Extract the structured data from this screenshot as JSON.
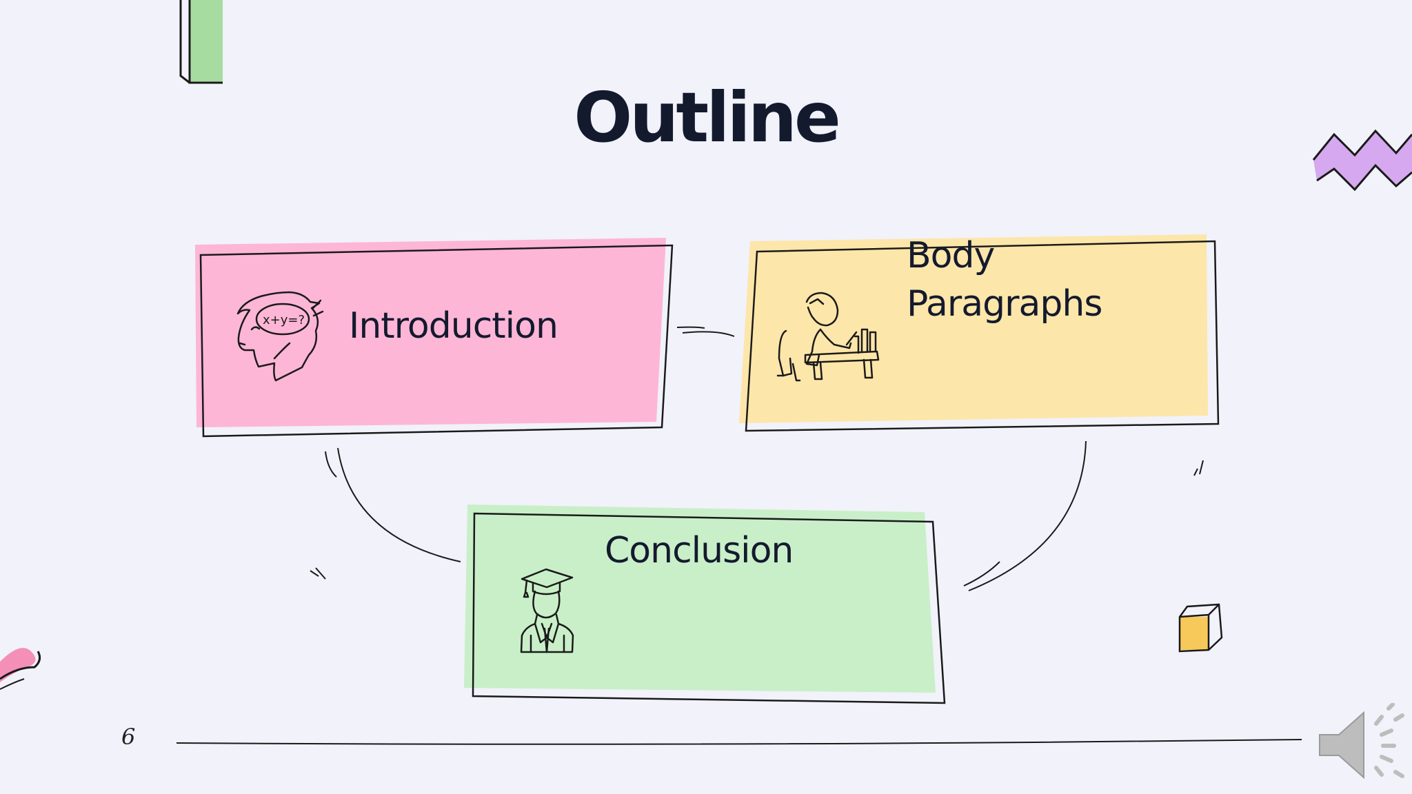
{
  "slide": {
    "title": "Outline",
    "page_number": "6"
  },
  "cards": {
    "introduction": {
      "label": "Introduction",
      "color": "#fdb6d6",
      "icon": "thinking-head-icon"
    },
    "body": {
      "label_line1": "Body",
      "label_line2": "Paragraphs",
      "color": "#fde6a9",
      "icon": "student-writing-icon"
    },
    "conclusion": {
      "label": "Conclusion",
      "color": "#c9efc8",
      "icon": "graduate-icon"
    }
  },
  "icons": {
    "thinking_head_text": "x+y=?"
  },
  "colors": {
    "background": "#f1f2fa",
    "text": "#141a2e",
    "accent_green": "#a6dca0",
    "accent_purple": "#d6a8f0",
    "accent_pink": "#f48fb8",
    "accent_yellow": "#f7c85a"
  },
  "controls": {
    "audio_icon": "speaker-icon"
  }
}
